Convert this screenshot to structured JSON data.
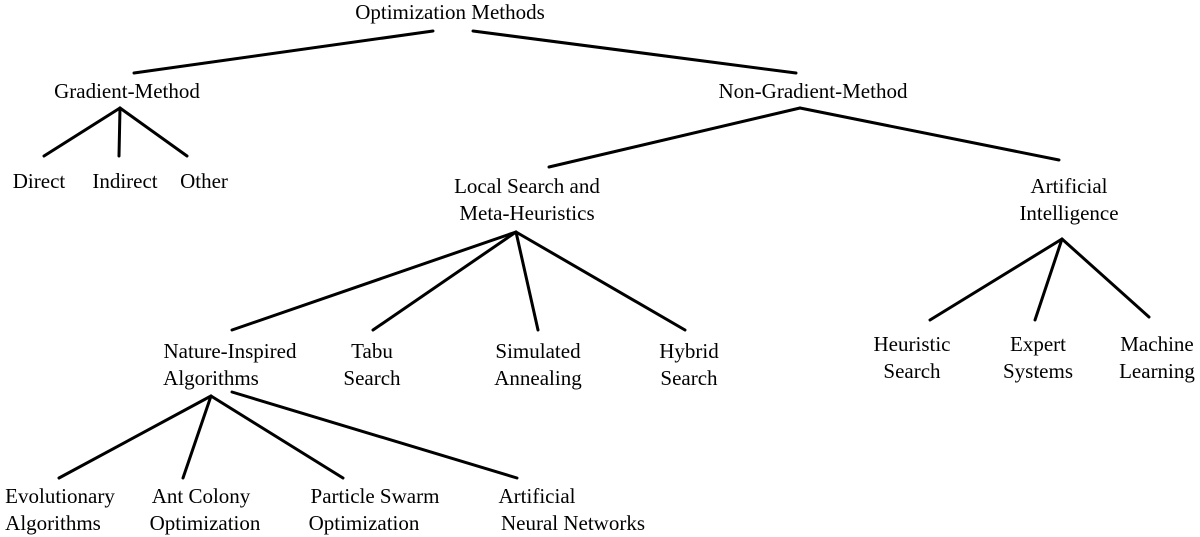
{
  "diagram": {
    "root": "Optimization Methods",
    "branches": {
      "gradient": {
        "label": "Gradient-Method",
        "children": [
          "Direct",
          "Indirect",
          "Other"
        ]
      },
      "non_gradient": {
        "label": "Non-Gradient-Method",
        "children": {
          "local_search": {
            "label_line1": "Local Search and",
            "label_line2": "Meta-Heuristics",
            "children": {
              "nature_inspired": {
                "label_line1": "Nature-Inspired",
                "label_line2": "Algorithms",
                "children": {
                  "evolutionary": {
                    "line1": "Evolutionary",
                    "line2": "Algorithms"
                  },
                  "ant_colony": {
                    "line1": "Ant Colony",
                    "line2": "Optimization"
                  },
                  "particle_swarm": {
                    "line1": "Particle Swarm",
                    "line2": "Optimization"
                  },
                  "ann": {
                    "line1": "Artificial",
                    "line2": "Neural Networks"
                  }
                }
              },
              "tabu": {
                "line1": "Tabu",
                "line2": "Search"
              },
              "simulated_annealing": {
                "line1": "Simulated",
                "line2": "Annealing"
              },
              "hybrid": {
                "line1": "Hybrid",
                "line2": "Search"
              }
            }
          },
          "artificial_intelligence": {
            "label_line1": "Artificial",
            "label_line2": "Intelligence",
            "children": {
              "heuristic_search": {
                "line1": "Heuristic",
                "line2": "Search"
              },
              "expert_systems": {
                "line1": "Expert",
                "line2": "Systems"
              },
              "machine_learning": {
                "line1": "Machine",
                "line2": "Learning"
              }
            }
          }
        }
      }
    }
  }
}
